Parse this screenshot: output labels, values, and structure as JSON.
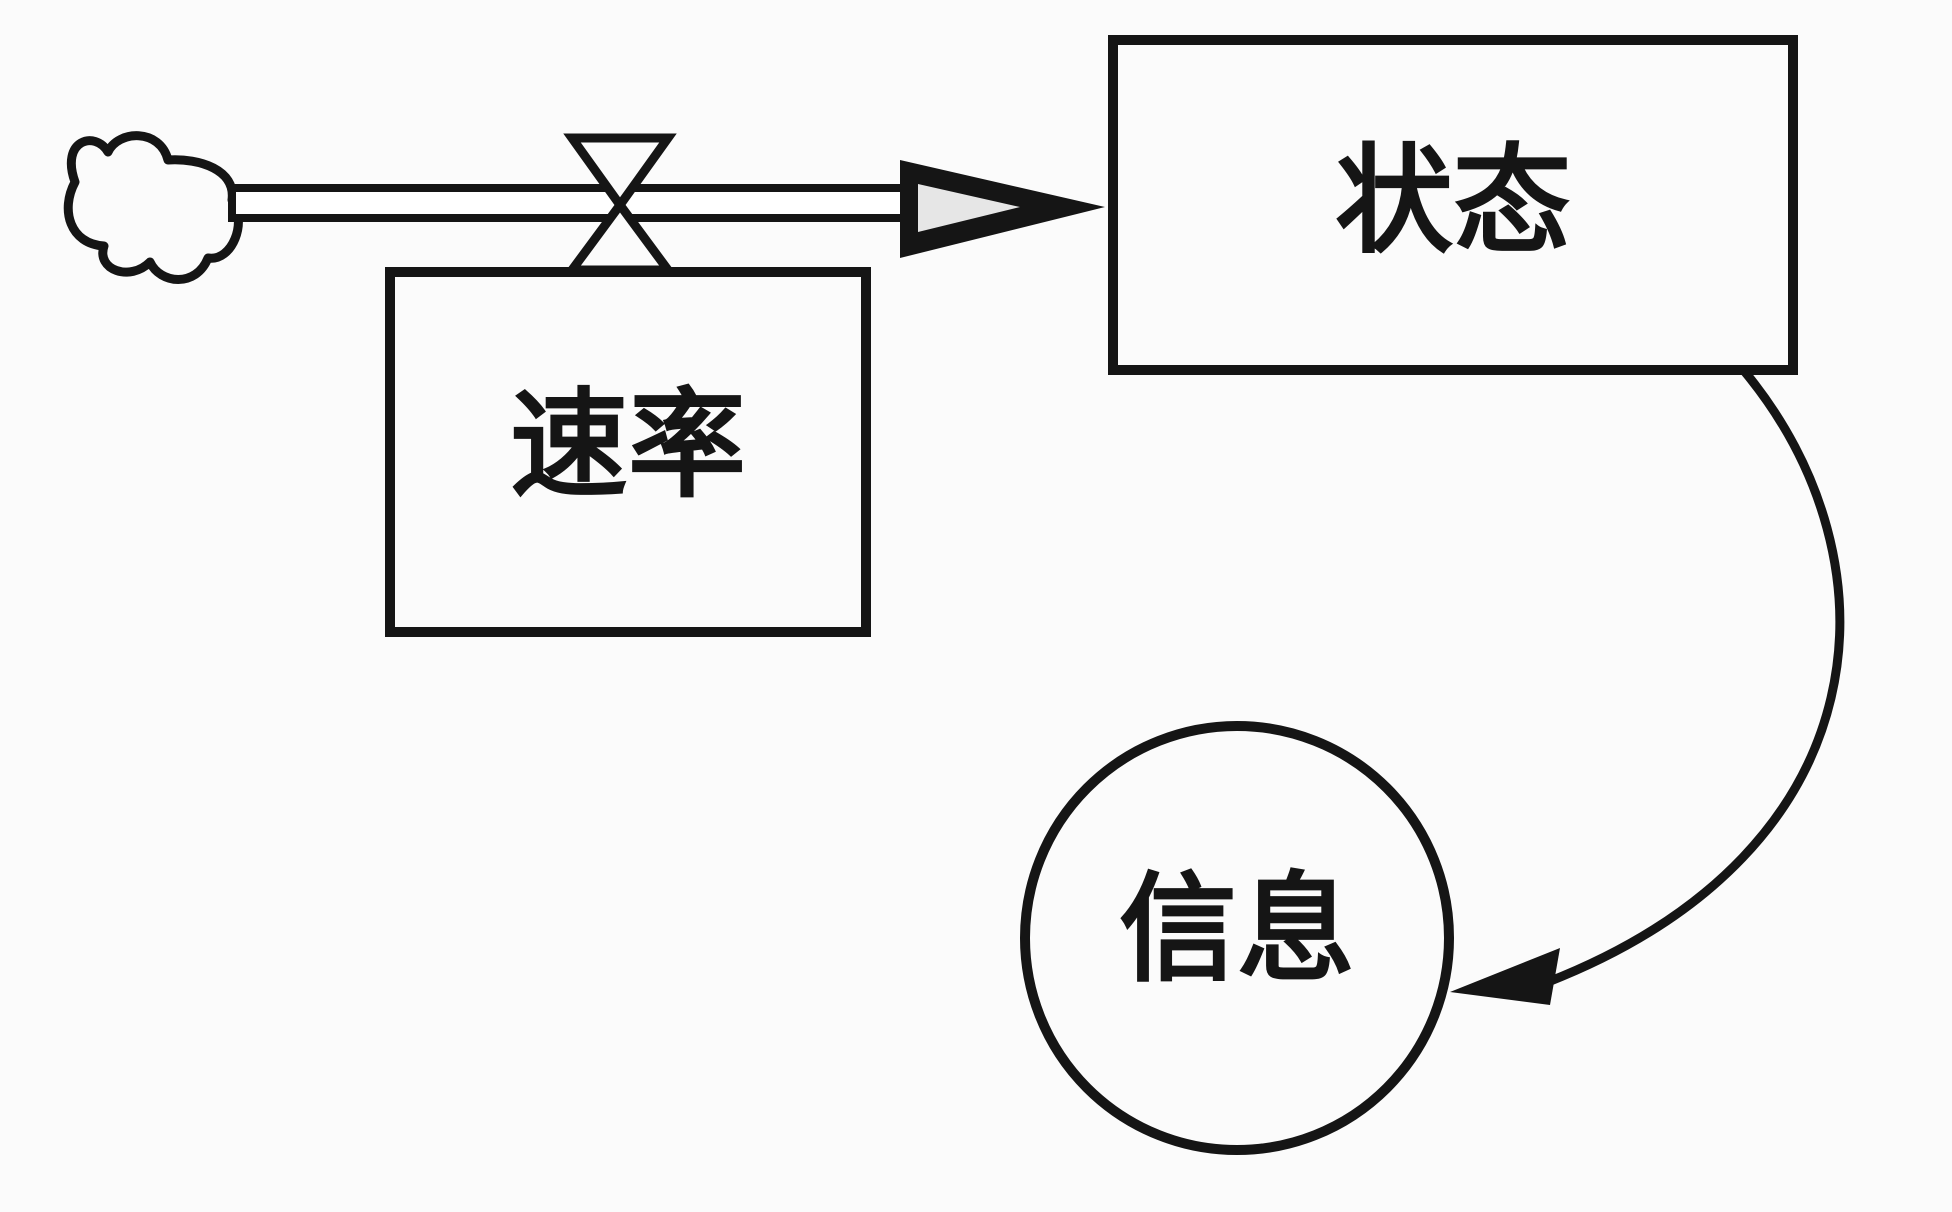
{
  "diagram": {
    "nodes": {
      "state": {
        "label": "状态",
        "shape": "rectangle"
      },
      "rate": {
        "label": "速率",
        "shape": "rectangle"
      },
      "info": {
        "label": "信息",
        "shape": "circle"
      }
    },
    "edges": [
      {
        "from": "cloud-source",
        "to": "state",
        "kind": "material-flow",
        "control": "rate"
      },
      {
        "from": "state",
        "to": "info",
        "kind": "information-link"
      }
    ],
    "colors": {
      "ink": "#151515",
      "background": "#fbfbfb",
      "pipe_fill": "#ffffff",
      "arrow_inner": "#e6e6e6"
    }
  }
}
